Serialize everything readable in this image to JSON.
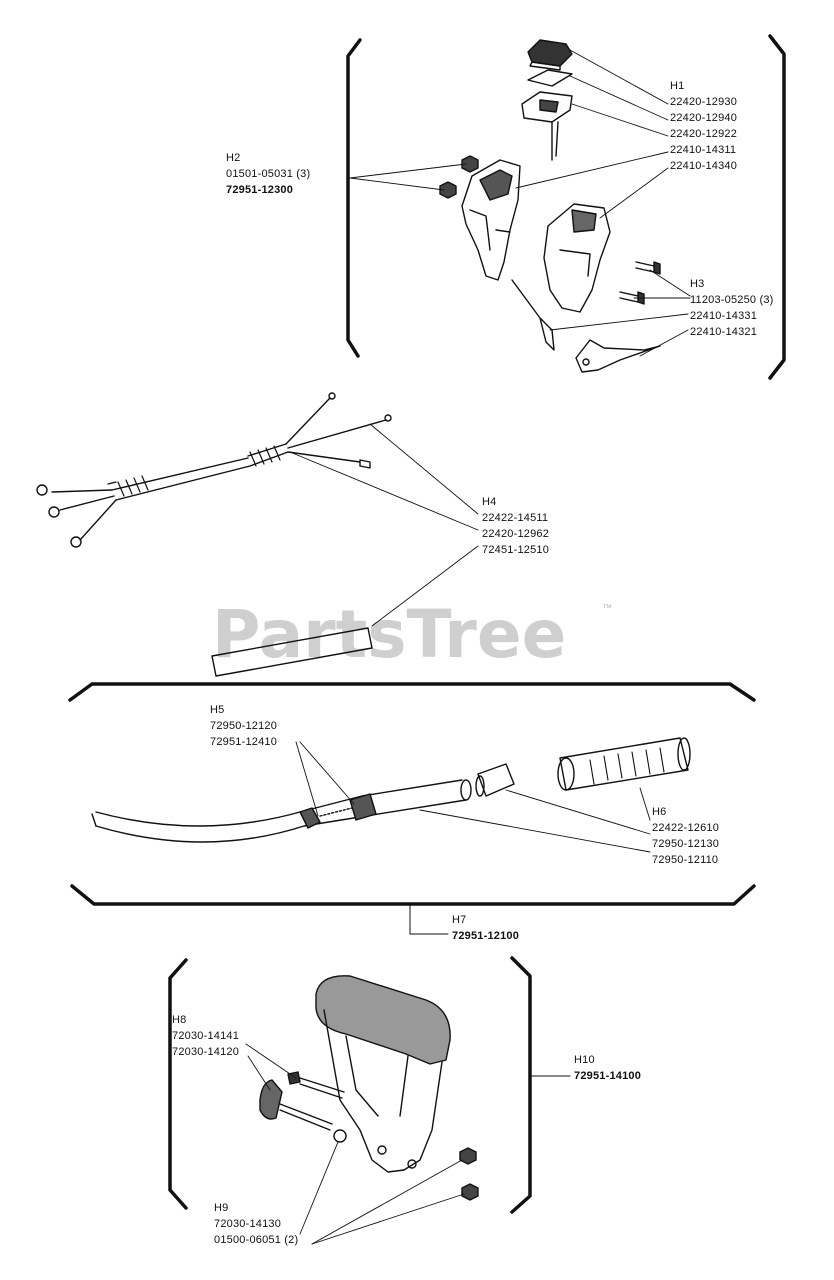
{
  "watermark": {
    "text": "PartsTree",
    "trademark": "™"
  },
  "groups": {
    "h1": {
      "ref": "H1",
      "parts": [
        "22420-12930",
        "22420-12940",
        "22420-12922",
        "22410-14311",
        "22410-14340"
      ]
    },
    "h2": {
      "ref": "H2",
      "parts": [
        "01501-05031 (3)",
        "72951-12300"
      ]
    },
    "h3": {
      "ref": "H3",
      "parts": [
        "11203-05250 (3)",
        "22410-14331",
        "22410-14321"
      ]
    },
    "h4": {
      "ref": "H4",
      "parts": [
        "22422-14511",
        "22420-12962",
        "72451-12510"
      ]
    },
    "h5": {
      "ref": "H5",
      "parts": [
        "72950-12120",
        "72951-12410"
      ]
    },
    "h6": {
      "ref": "H6",
      "parts": [
        "22422-12610",
        "72950-12130",
        "72950-12110"
      ]
    },
    "h7": {
      "ref": "H7",
      "parts": [
        "72951-12100"
      ]
    },
    "h8": {
      "ref": "H8",
      "parts": [
        "72030-14141",
        "72030-14120"
      ]
    },
    "h9": {
      "ref": "H9",
      "parts": [
        "72030-14130",
        "01500-06051 (2)"
      ]
    },
    "h10": {
      "ref": "H10",
      "parts": [
        "72951-14100"
      ]
    }
  },
  "colors": {
    "ink": "#111111",
    "watermark": "#cfcfcf",
    "paper": "#ffffff"
  }
}
